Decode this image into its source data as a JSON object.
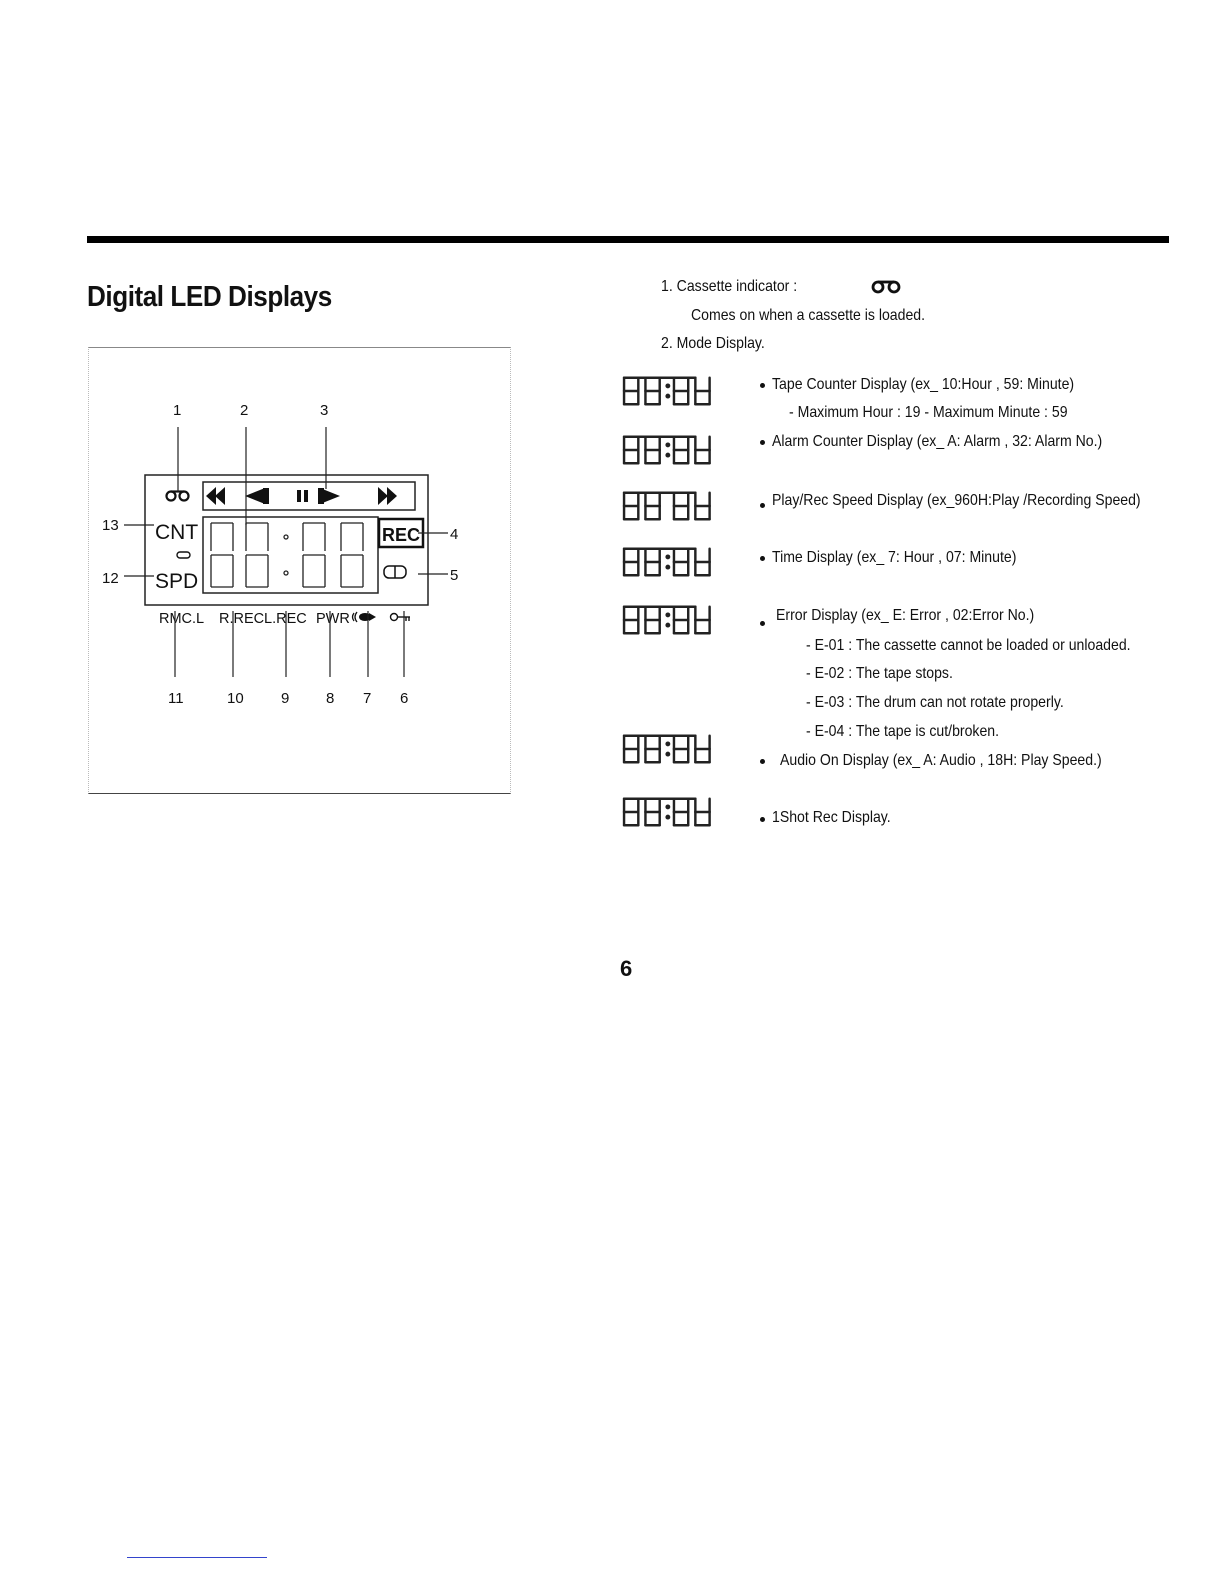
{
  "heading": "Digital LED Displays",
  "diagram": {
    "callouts": [
      "1",
      "2",
      "3",
      "4",
      "5",
      "6",
      "7",
      "8",
      "9",
      "10",
      "11",
      "12",
      "13"
    ],
    "labels": {
      "cnt": "CNT",
      "spd": "SPD",
      "rec": "REC",
      "rmcl": "RMC.L",
      "rrec": "R.REC",
      "lrec": "L.REC",
      "pwr": "PWR"
    }
  },
  "items": {
    "cassette": {
      "label": "1.  Cassette indicator :",
      "desc": "Comes on when a cassette is loaded."
    },
    "mode": {
      "label": "2.  Mode Display."
    }
  },
  "modes": [
    {
      "glyph": "88:88",
      "text": "Tape Counter Display (ex_ 10:Hour , 59: Minute)",
      "sub": "- Maximum Hour : 19    - Maximum Minute : 59"
    },
    {
      "glyph": "88:88",
      "text": "Alarm Counter Display (ex_ A: Alarm , 32: Alarm No.)"
    },
    {
      "glyph": "88 88",
      "text": "Play/Rec Speed Display (ex_960H:Play /Recording Speed)"
    },
    {
      "glyph": "88:88",
      "text": "Time Display (ex_ 7: Hour ,  07: Minute)"
    },
    {
      "glyph": "88:88",
      "text": "Error Display (ex_ E: Error , 02:Error No.)",
      "errors": [
        "- E-01 : The cassette cannot be loaded or unloaded.",
        "- E-02 : The tape stops.",
        "- E-03 : The drum can not rotate properly.",
        "- E-04 : The tape is cut/broken."
      ]
    },
    {
      "glyph": "88:88",
      "text": "Audio On Display (ex_ A: Audio , 18H: Play Speed.)"
    },
    {
      "glyph": "88:88",
      "text": "1Shot Rec Display."
    }
  ],
  "page_number": "6"
}
